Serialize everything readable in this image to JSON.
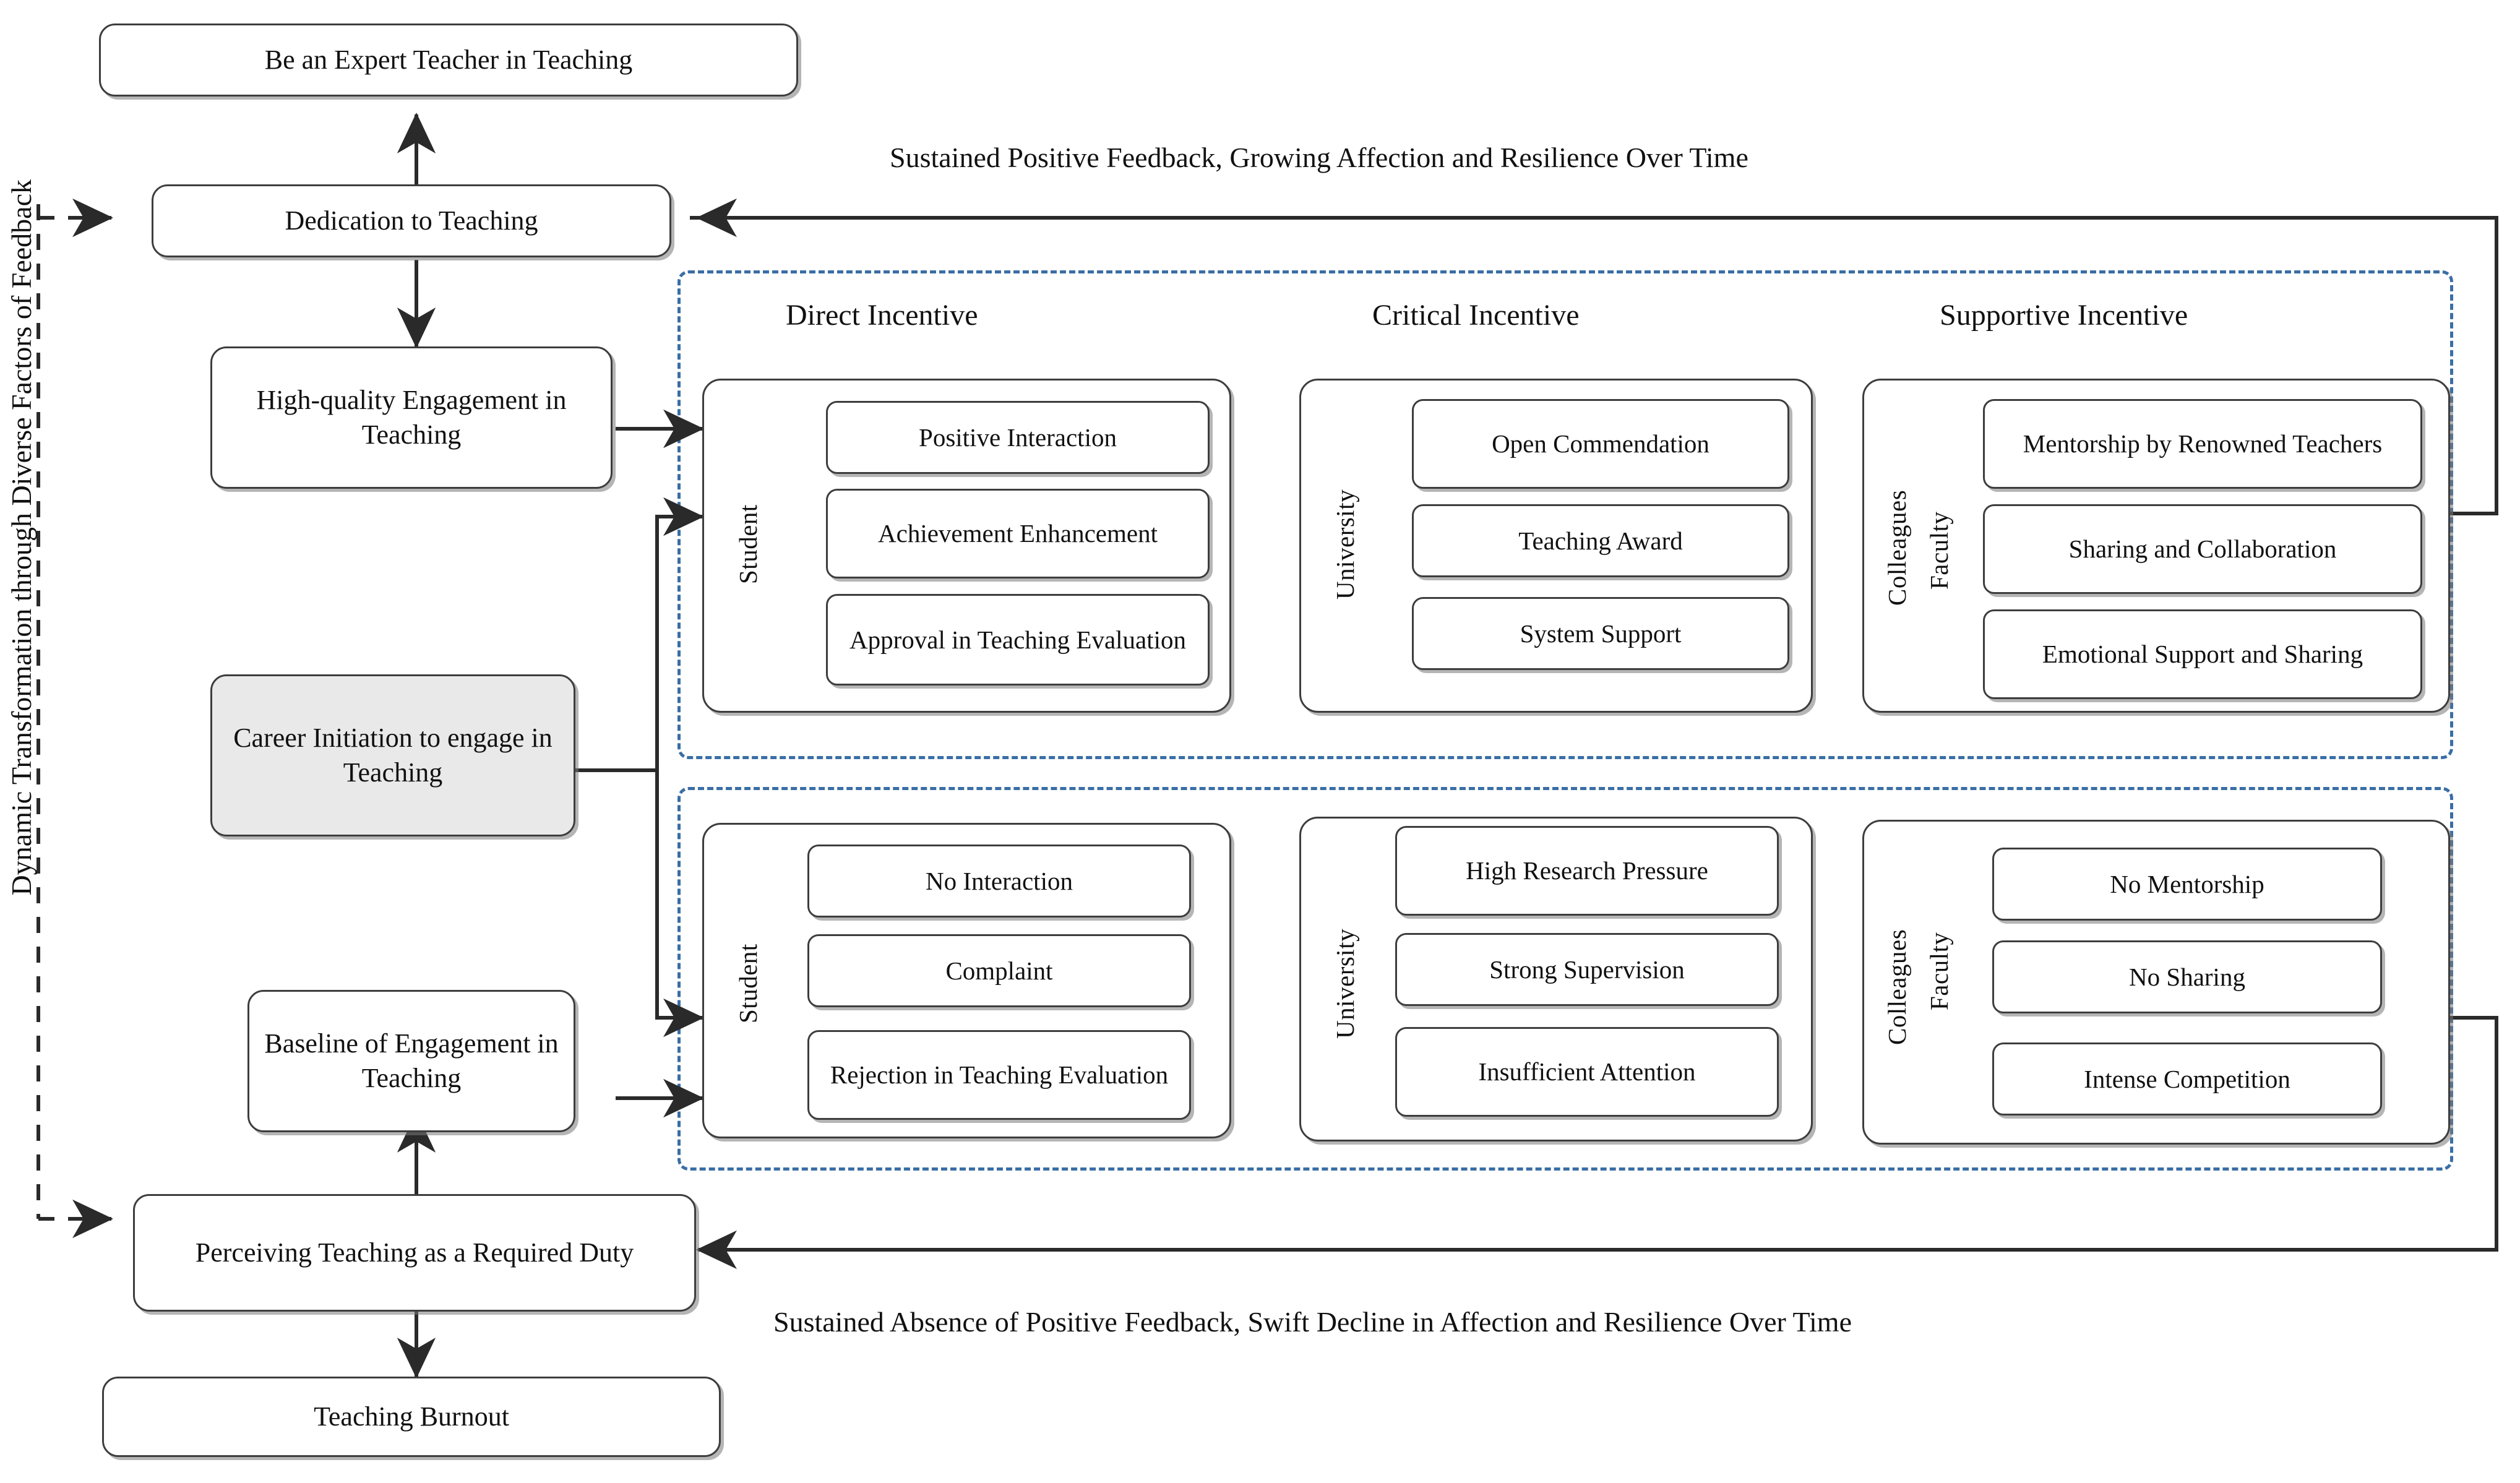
{
  "figure": {
    "left_axis_label": "Dynamic Transformation through Diverse Factors of Feedback",
    "top_caption": "Sustained Positive Feedback, Growing Affection and Resilience Over Time",
    "bottom_caption": "Sustained Absence of Positive Feedback, Swift Decline in Affection and Resilience Over Time"
  },
  "flow_nodes": {
    "expert_teacher": "Be an Expert Teacher in Teaching",
    "dedication": "Dedication to Teaching",
    "high_quality_engagement": "High-quality Engagement in Teaching",
    "career_initiation": "Career Initiation to engage in Teaching",
    "baseline_engagement": "Baseline of Engagement in Teaching",
    "perceiving_duty": "Perceiving Teaching as a Required Duty",
    "burnout": "Teaching Burnout"
  },
  "positive_region": {
    "group_headings": [
      "Direct Incentive",
      "Critical Incentive",
      "Supportive Incentive"
    ],
    "columns": [
      {
        "actor": "Student",
        "actor_lines": [
          "Student"
        ],
        "items": [
          "Positive Interaction",
          "Achievement Enhancement",
          "Approval in Teaching Evaluation"
        ]
      },
      {
        "actor": "University",
        "actor_lines": [
          "University"
        ],
        "items": [
          "Open Commendation",
          "Teaching Award",
          "System Support"
        ]
      },
      {
        "actor": "Faculty Colleagues",
        "actor_lines": [
          "Colleagues",
          "Faculty"
        ],
        "items": [
          "Mentorship by Renowned Teachers",
          "Sharing and Collaboration",
          "Emotional Support and Sharing"
        ]
      }
    ]
  },
  "negative_region": {
    "columns": [
      {
        "actor": "Student",
        "actor_lines": [
          "Student"
        ],
        "items": [
          "No Interaction",
          "Complaint",
          "Rejection in Teaching Evaluation"
        ]
      },
      {
        "actor": "University",
        "actor_lines": [
          "University"
        ],
        "items": [
          "High Research Pressure",
          "Strong Supervision",
          "Insufficient Attention"
        ]
      },
      {
        "actor": "Faculty Colleagues",
        "actor_lines": [
          "Colleagues",
          "Faculty"
        ],
        "items": [
          "No Mentorship",
          "No Sharing",
          "Intense Competition"
        ]
      }
    ]
  },
  "colors": {
    "dashed_region_border": "#3a6ea5",
    "node_border": "#3d3d3d",
    "shaded_node_fill": "#e9e9e9",
    "connector": "#2a2a2a",
    "background": "#ffffff"
  }
}
